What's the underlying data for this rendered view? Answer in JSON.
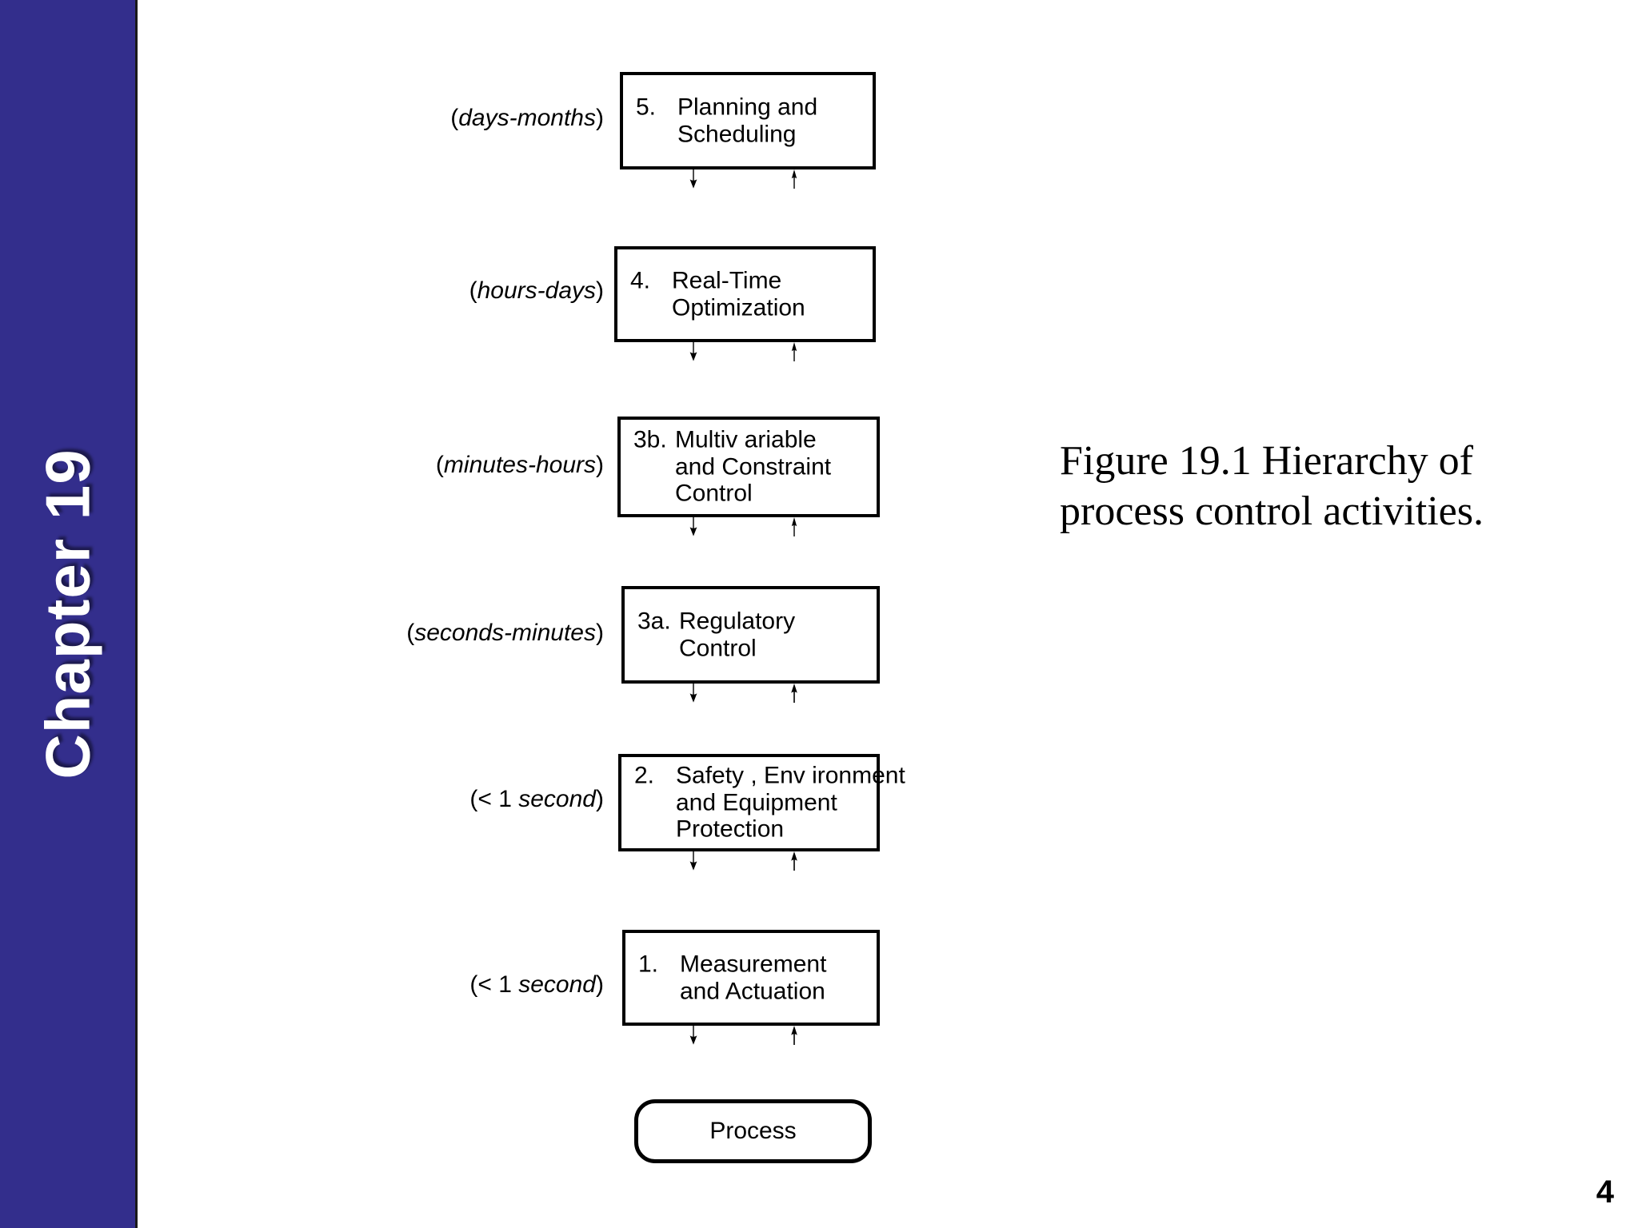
{
  "slide": {
    "chapter_label": "Chapter 19",
    "page_number": "4",
    "caption": "Figure 19.1 Hierarchy of process control activities.",
    "accent_color": "#332E8C",
    "line_color": "#000000",
    "background_color": "#FFFFFF"
  },
  "diagram": {
    "title": "Hierarchy of process control activities",
    "type": "flow-hierarchy",
    "tier_labels": [
      {
        "open": "(",
        "italic": "days-months",
        "close": ")"
      },
      {
        "open": "(",
        "italic": "hours-days",
        "close": ")"
      },
      {
        "open": "(",
        "italic": "minutes-hours",
        "close": ")"
      },
      {
        "open": "(",
        "italic": "seconds-minutes",
        "close": ")"
      },
      {
        "open": "(< 1 ",
        "italic": "second",
        "close": ")"
      },
      {
        "open": "(< 1 ",
        "italic": "second",
        "close": ")"
      }
    ],
    "nodes": [
      {
        "num": "5.",
        "lines": [
          "Planning and",
          "Scheduling"
        ],
        "shape": "rect"
      },
      {
        "num": "4.",
        "lines": [
          "Real-Time",
          "Optimization"
        ],
        "shape": "rect"
      },
      {
        "num": "3b.",
        "lines": [
          "Multiv ariable",
          "and Constraint",
          "Control"
        ],
        "shape": "rect"
      },
      {
        "num": "3a.",
        "lines": [
          "Regulatory",
          "Control"
        ],
        "shape": "rect"
      },
      {
        "num": "2.",
        "lines": [
          "Safety , Env ironment",
          "and Equipment",
          "Protection"
        ],
        "shape": "rect"
      },
      {
        "num": "1.",
        "lines": [
          "Measurement",
          "and Actuation"
        ],
        "shape": "rect"
      },
      {
        "num": "",
        "lines": [
          "Process"
        ],
        "shape": "rounded-rect"
      }
    ],
    "connectors": {
      "down_label": "downward-flow-arrow",
      "up_label": "upward-feedback-arrow",
      "count_pairs": 6
    }
  }
}
